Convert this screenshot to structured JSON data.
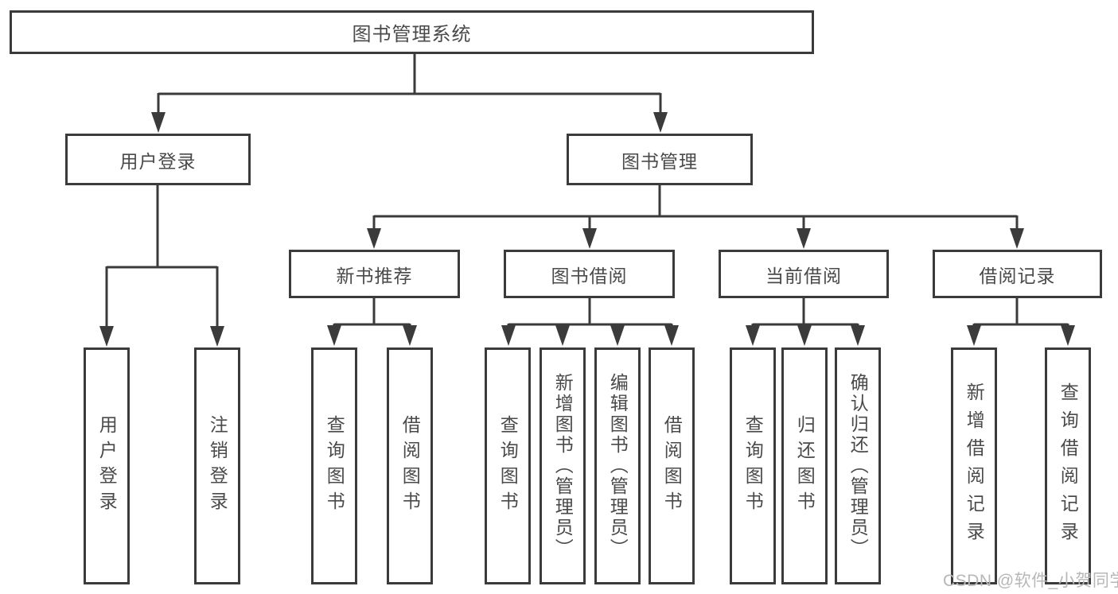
{
  "diagram": {
    "title": "图书管理系统",
    "branches": {
      "user_login": {
        "label": "用户登录",
        "children": [
          "用户登录",
          "注销登录"
        ]
      },
      "book_mgmt": {
        "label": "图书管理",
        "sections": [
          {
            "label": "新书推荐",
            "children": [
              "查询图书",
              "借阅图书"
            ]
          },
          {
            "label": "图书借阅",
            "children": [
              "查询图书",
              "新增图书（管理员）",
              "编辑图书（管理员）",
              "借阅图书"
            ]
          },
          {
            "label": "当前借阅",
            "children": [
              "查询图书",
              "归还图书",
              "确认归还（管理员）"
            ]
          },
          {
            "label": "借阅记录",
            "children": [
              "新增借阅记录",
              "查询借阅记录"
            ]
          }
        ]
      }
    },
    "line_color": "#3b3b3b"
  },
  "watermark": "CSDN @软件_小贺同学"
}
